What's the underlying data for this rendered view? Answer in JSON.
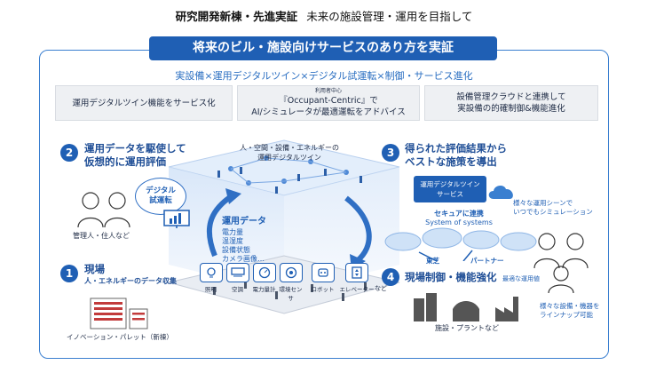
{
  "header": {
    "title_bold": "研究開発新棟・先進実証",
    "title_rest": "未来の施設管理・運用を目指して"
  },
  "banner": "将来のビル・施設向けサービスのあり方を実証",
  "subtitle": "実設備×運用デジタルツイン×デジタル試運転×制御・サービス進化",
  "boxes": [
    {
      "text": "運用デジタルツイン機能をサービス化"
    },
    {
      "tag": "利用者中心",
      "line1": "『Occupant-Centric』で",
      "line2": "AI/シミュレータが最適運転をアドバイス"
    },
    {
      "line1": "設備管理クラウドと連携して",
      "line2": "実設備の的確制御&機能進化"
    }
  ],
  "steps": [
    {
      "num": "1",
      "title": "現場",
      "sub": "人・エネルギーのデータ収集"
    },
    {
      "num": "2",
      "title_line1": "運用データを駆使して",
      "title_line2": "仮想的に運用評価"
    },
    {
      "num": "3",
      "title_line1": "得られた評価結果から",
      "title_line2": "ベストな施策を導出"
    },
    {
      "num": "4",
      "title": "現場制御・機能強化",
      "note": "最適な運用値"
    }
  ],
  "digital_trial": {
    "line1": "デジタル",
    "line2": "試運転"
  },
  "twin_label": {
    "line1": "人・空間・設備・エネルギーの",
    "line2": "運用デジタルツイン"
  },
  "people_label": "管理人・住人など",
  "ops_data": {
    "title": "運用データ",
    "items": [
      "電力量",
      "温湿度",
      "設備状態",
      "カメラ画像…"
    ]
  },
  "service_box": {
    "line1": "運用デジタルツイン",
    "line2": "サービス"
  },
  "secure": {
    "line1": "セキュアに連携",
    "line2": "System of systems"
  },
  "partners": [
    "東芝",
    "パートナー"
  ],
  "scenario": {
    "line1": "様々な運用シーンで",
    "line2": "いつでもシミュレーション"
  },
  "equipment": {
    "line1": "様々な設備・機器を",
    "line2": "ラインナップ可能"
  },
  "building_caption": "施設・プラントなど",
  "innovation_caption": "イノベーション・パレット（新棟）",
  "sensors": [
    "照明",
    "空調",
    "電力量計",
    "環境センサ",
    "ロボット",
    "エレベーター"
  ],
  "sensors_suffix": "など"
}
